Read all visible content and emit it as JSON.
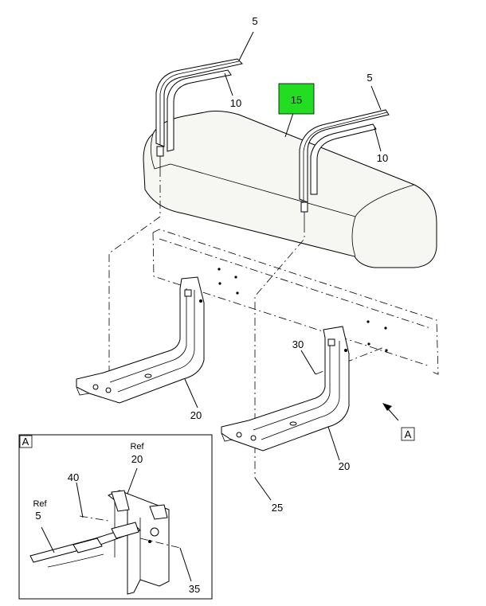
{
  "callouts": {
    "strap_left": "5",
    "strap_right": "5",
    "insulator_left": "10",
    "insulator_right": "10",
    "tank": "15",
    "bracket_left": "20",
    "bracket_right": "20",
    "bolt": "30",
    "nut": "25"
  },
  "colors": {
    "tank_highlight": "#22dd22"
  },
  "view_label": "A",
  "detail": {
    "label": "A",
    "ref_bracket_word": "Ref",
    "ref_bracket_num": "20",
    "ref_strap_word": "Ref",
    "ref_strap_num": "5",
    "spacer": "40",
    "fastener": "35"
  }
}
